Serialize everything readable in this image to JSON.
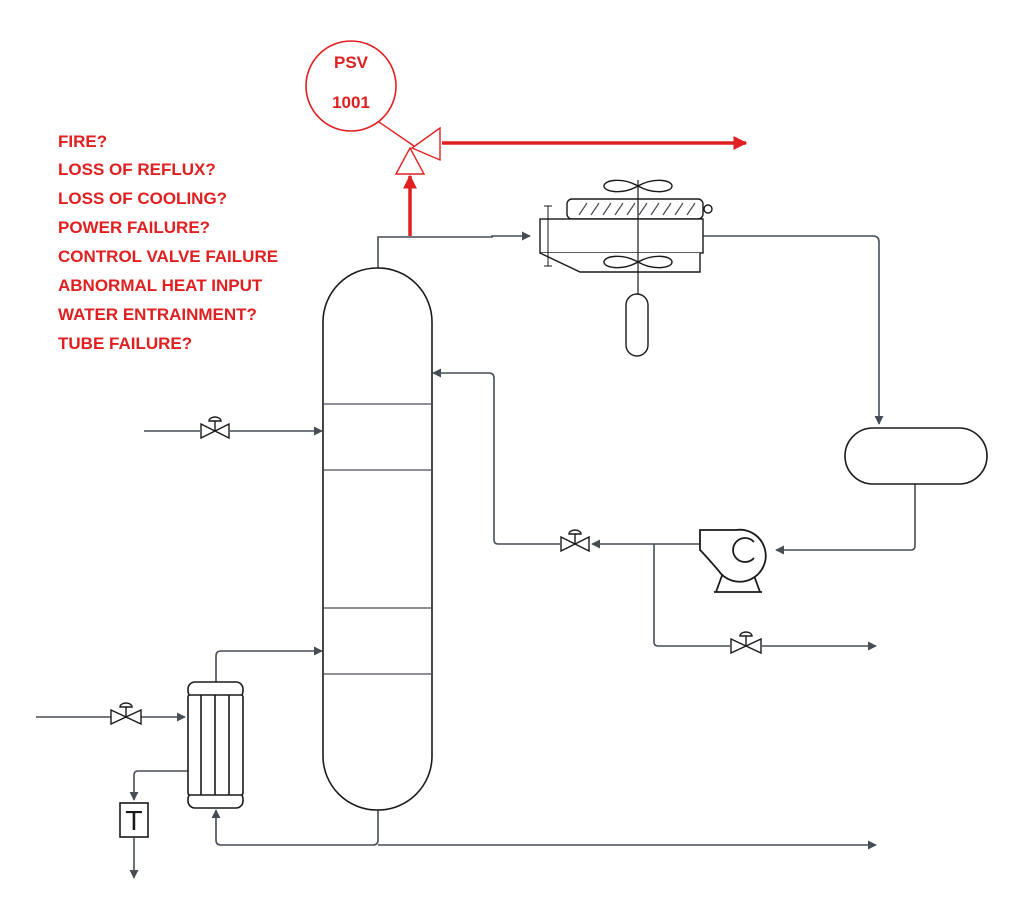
{
  "colors": {
    "line": "#474d55",
    "accent": "#e02020",
    "background": "#ffffff"
  },
  "psv": {
    "tag_prefix": "PSV",
    "tag_number": "1001"
  },
  "scenarios": [
    "FIRE?",
    "LOSS OF REFLUX?",
    "LOSS OF COOLING?",
    "POWER FAILURE?",
    "CONTROL VALVE FAILURE",
    "ABNORMAL HEAT INPUT",
    "WATER ENTRAINMENT?",
    "TUBE FAILURE?"
  ],
  "steam_trap": {
    "symbol": "T"
  },
  "icons": {
    "pump": "centrifugal-pump-icon",
    "air_cooler": "air-cooled-exchanger-icon",
    "reboiler": "shell-tube-exchanger-icon",
    "valve": "gate-valve-icon",
    "relief_valve": "pressure-safety-valve-icon"
  }
}
